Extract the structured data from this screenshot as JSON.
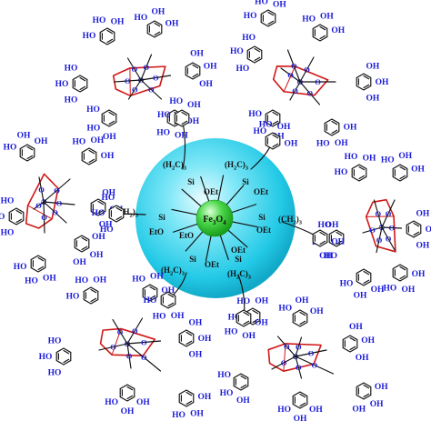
{
  "core": {
    "formula_base": "Fe",
    "formula_sub1": "3",
    "formula_mid": "O",
    "formula_sub2": "4",
    "core_color": "#2ec42e",
    "shell_color": "#2ad4ee"
  },
  "linkers": {
    "si": "Si",
    "oet": "OEt",
    "eto": "EtO",
    "ch2_group": "(H",
    "ch2_sub": "2",
    "ch2_end": "C)",
    "ch2_right": "(CH",
    "ch2_right_end": ")"
  },
  "labels": {
    "oh": "OH",
    "ho": "HO",
    "o": "O"
  },
  "colors": {
    "hydroxyl": "#1a1ad8",
    "glucose": "#d01818",
    "bond": "#111111"
  },
  "icons": {
    "galloyl": "galloyl-ring-icon",
    "glucose": "glucose-core-icon",
    "nanoparticle": "magnetic-nanoparticle-icon"
  }
}
